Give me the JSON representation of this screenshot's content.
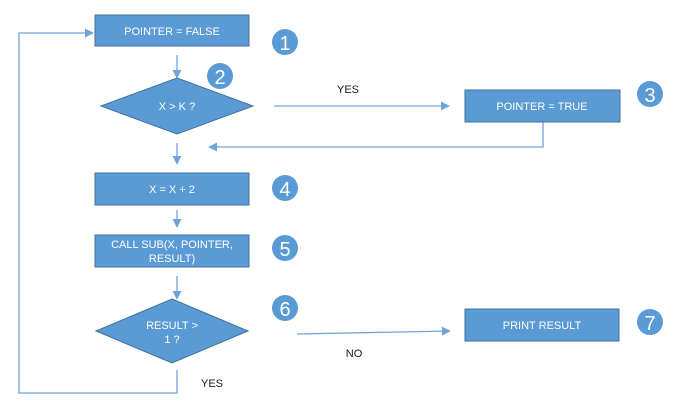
{
  "colors": {
    "box_fill": "#5b9bd5",
    "box_stroke": "#41719c",
    "badge_fill": "#5b9bd5",
    "line": "#6fa4d8",
    "text_on_box": "#ffffff",
    "label_text": "#1a1a1a"
  },
  "nodes": {
    "n1": {
      "number": "1",
      "text": "POINTER = FALSE"
    },
    "n2": {
      "number": "2",
      "text": "X > K ?"
    },
    "n3": {
      "number": "3",
      "text": "POINTER = TRUE"
    },
    "n4": {
      "number": "4",
      "text": "X = X + 2"
    },
    "n5": {
      "number": "5",
      "line1": "CALL SUB(X, POINTER,",
      "line2": "RESULT)"
    },
    "n6": {
      "number": "6",
      "line1": "RESULT >",
      "line2": "1 ?"
    },
    "n7": {
      "number": "7",
      "text": "PRINT RESULT"
    }
  },
  "edge_labels": {
    "yes_top": "YES",
    "no": "NO",
    "yes_bottom": "YES"
  }
}
